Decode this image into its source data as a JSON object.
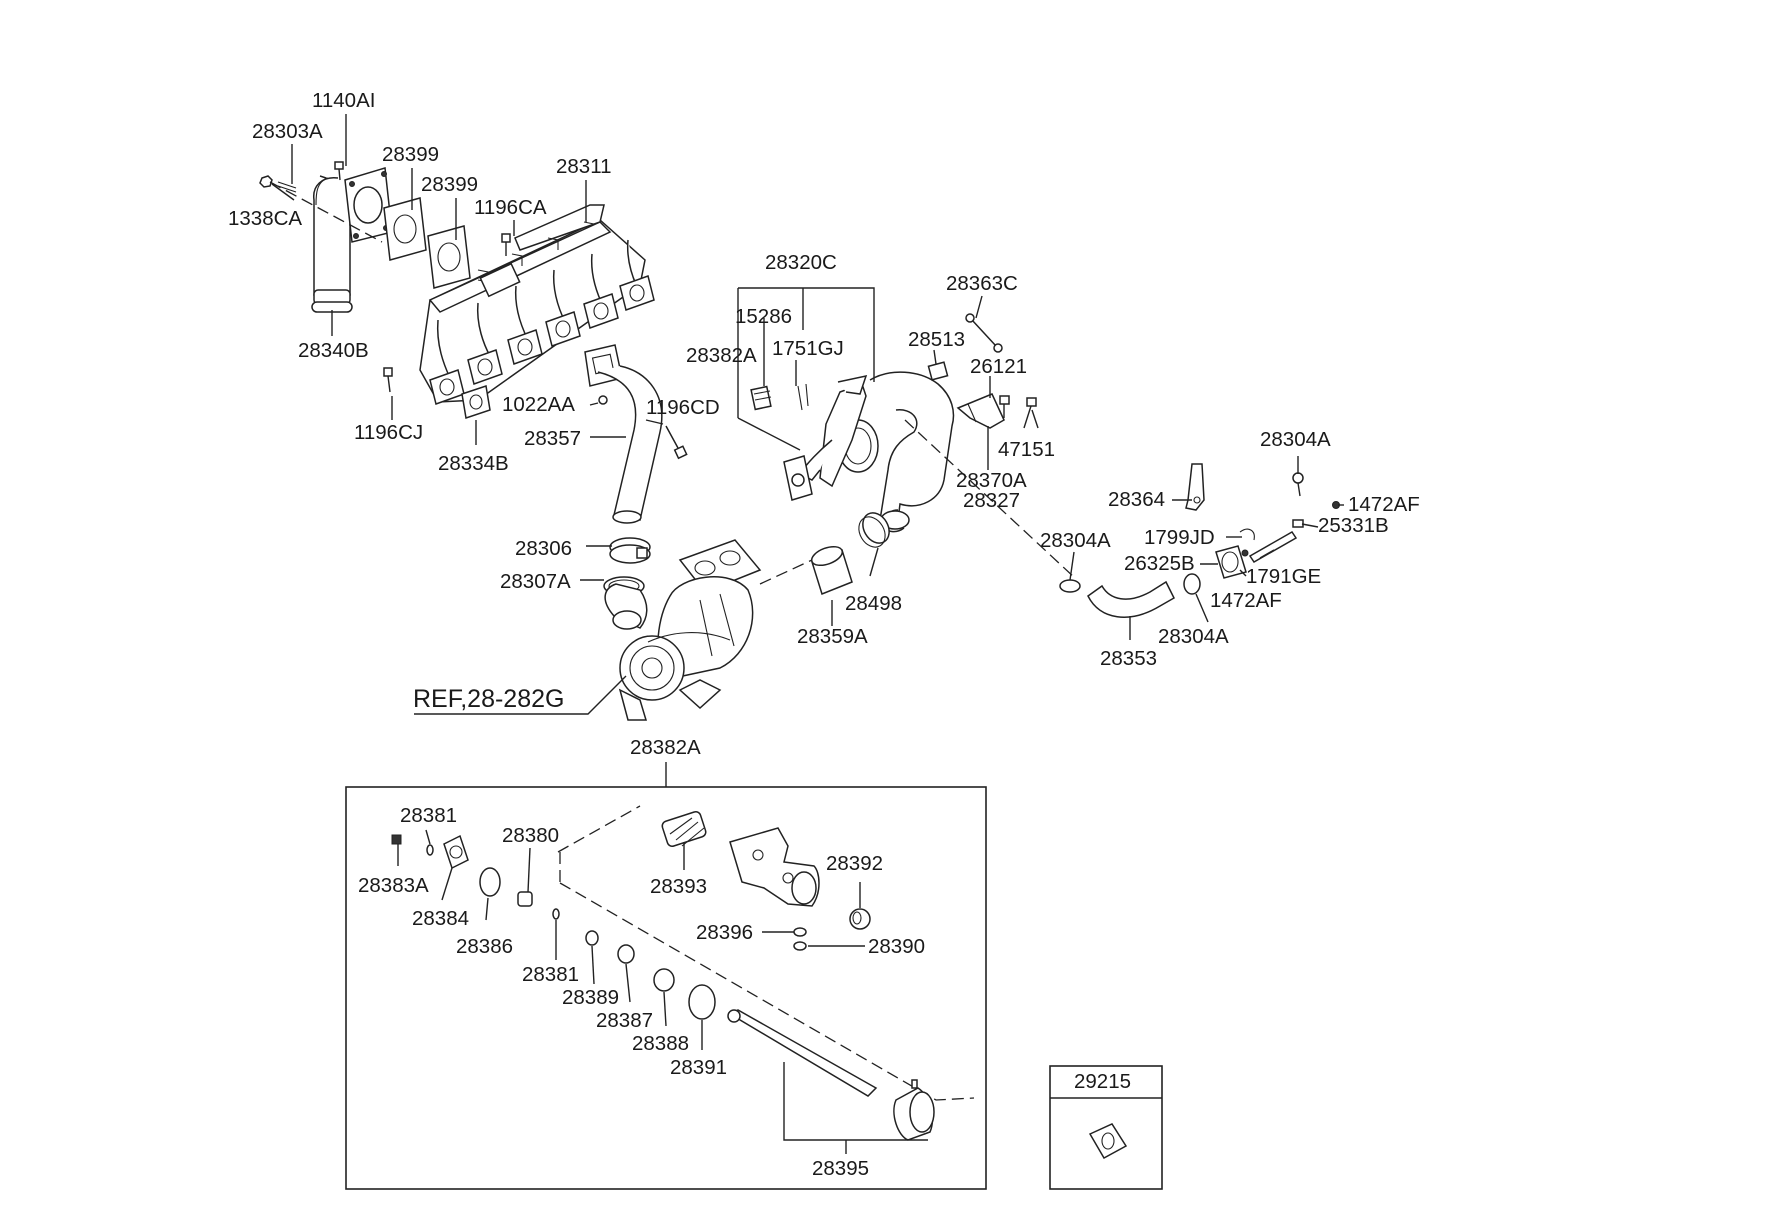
{
  "labels": {
    "p1140AI": "1140AI",
    "p28303A": "28303A",
    "p28399a": "28399",
    "p28399b": "28399",
    "p28311": "28311",
    "p1338CA": "1338CA",
    "p1196CA": "1196CA",
    "p28340B": "28340B",
    "p1196CJ": "1196CJ",
    "p28334B": "28334B",
    "p1022AA": "1022AA",
    "p1196CD": "1196CD",
    "p28357": "28357",
    "p28306": "28306",
    "p28307A": "28307A",
    "ref": "REF,28-282G",
    "p28320C": "28320C",
    "p15286": "15286",
    "p28382A_top": "28382A",
    "p1751GJ": "1751GJ",
    "p28363C": "28363C",
    "p28513": "28513",
    "p26121": "26121",
    "p47151": "47151",
    "p28370A": "28370A",
    "p28327": "28327",
    "p28498": "28498",
    "p28359A": "28359A",
    "p28304A_a": "28304A",
    "p28364": "28364",
    "p28304A_b": "28304A",
    "p1472AF_a": "1472AF",
    "p25331B": "25331B",
    "p1799JD": "1799JD",
    "p26325B": "26325B",
    "p1791GE": "1791GE",
    "p1472AF_b": "1472AF",
    "p28304A_c": "28304A",
    "p28353": "28353",
    "p28382A_box": "28382A",
    "p28381a": "28381",
    "p28383A": "28383A",
    "p28384": "28384",
    "p28380": "28380",
    "p28386": "28386",
    "p28393": "28393",
    "p28392": "28392",
    "p28396": "28396",
    "p28390": "28390",
    "p28381b": "28381",
    "p28389": "28389",
    "p28387": "28387",
    "p28388": "28388",
    "p28391": "28391",
    "p28395": "28395",
    "p29215": "29215"
  }
}
